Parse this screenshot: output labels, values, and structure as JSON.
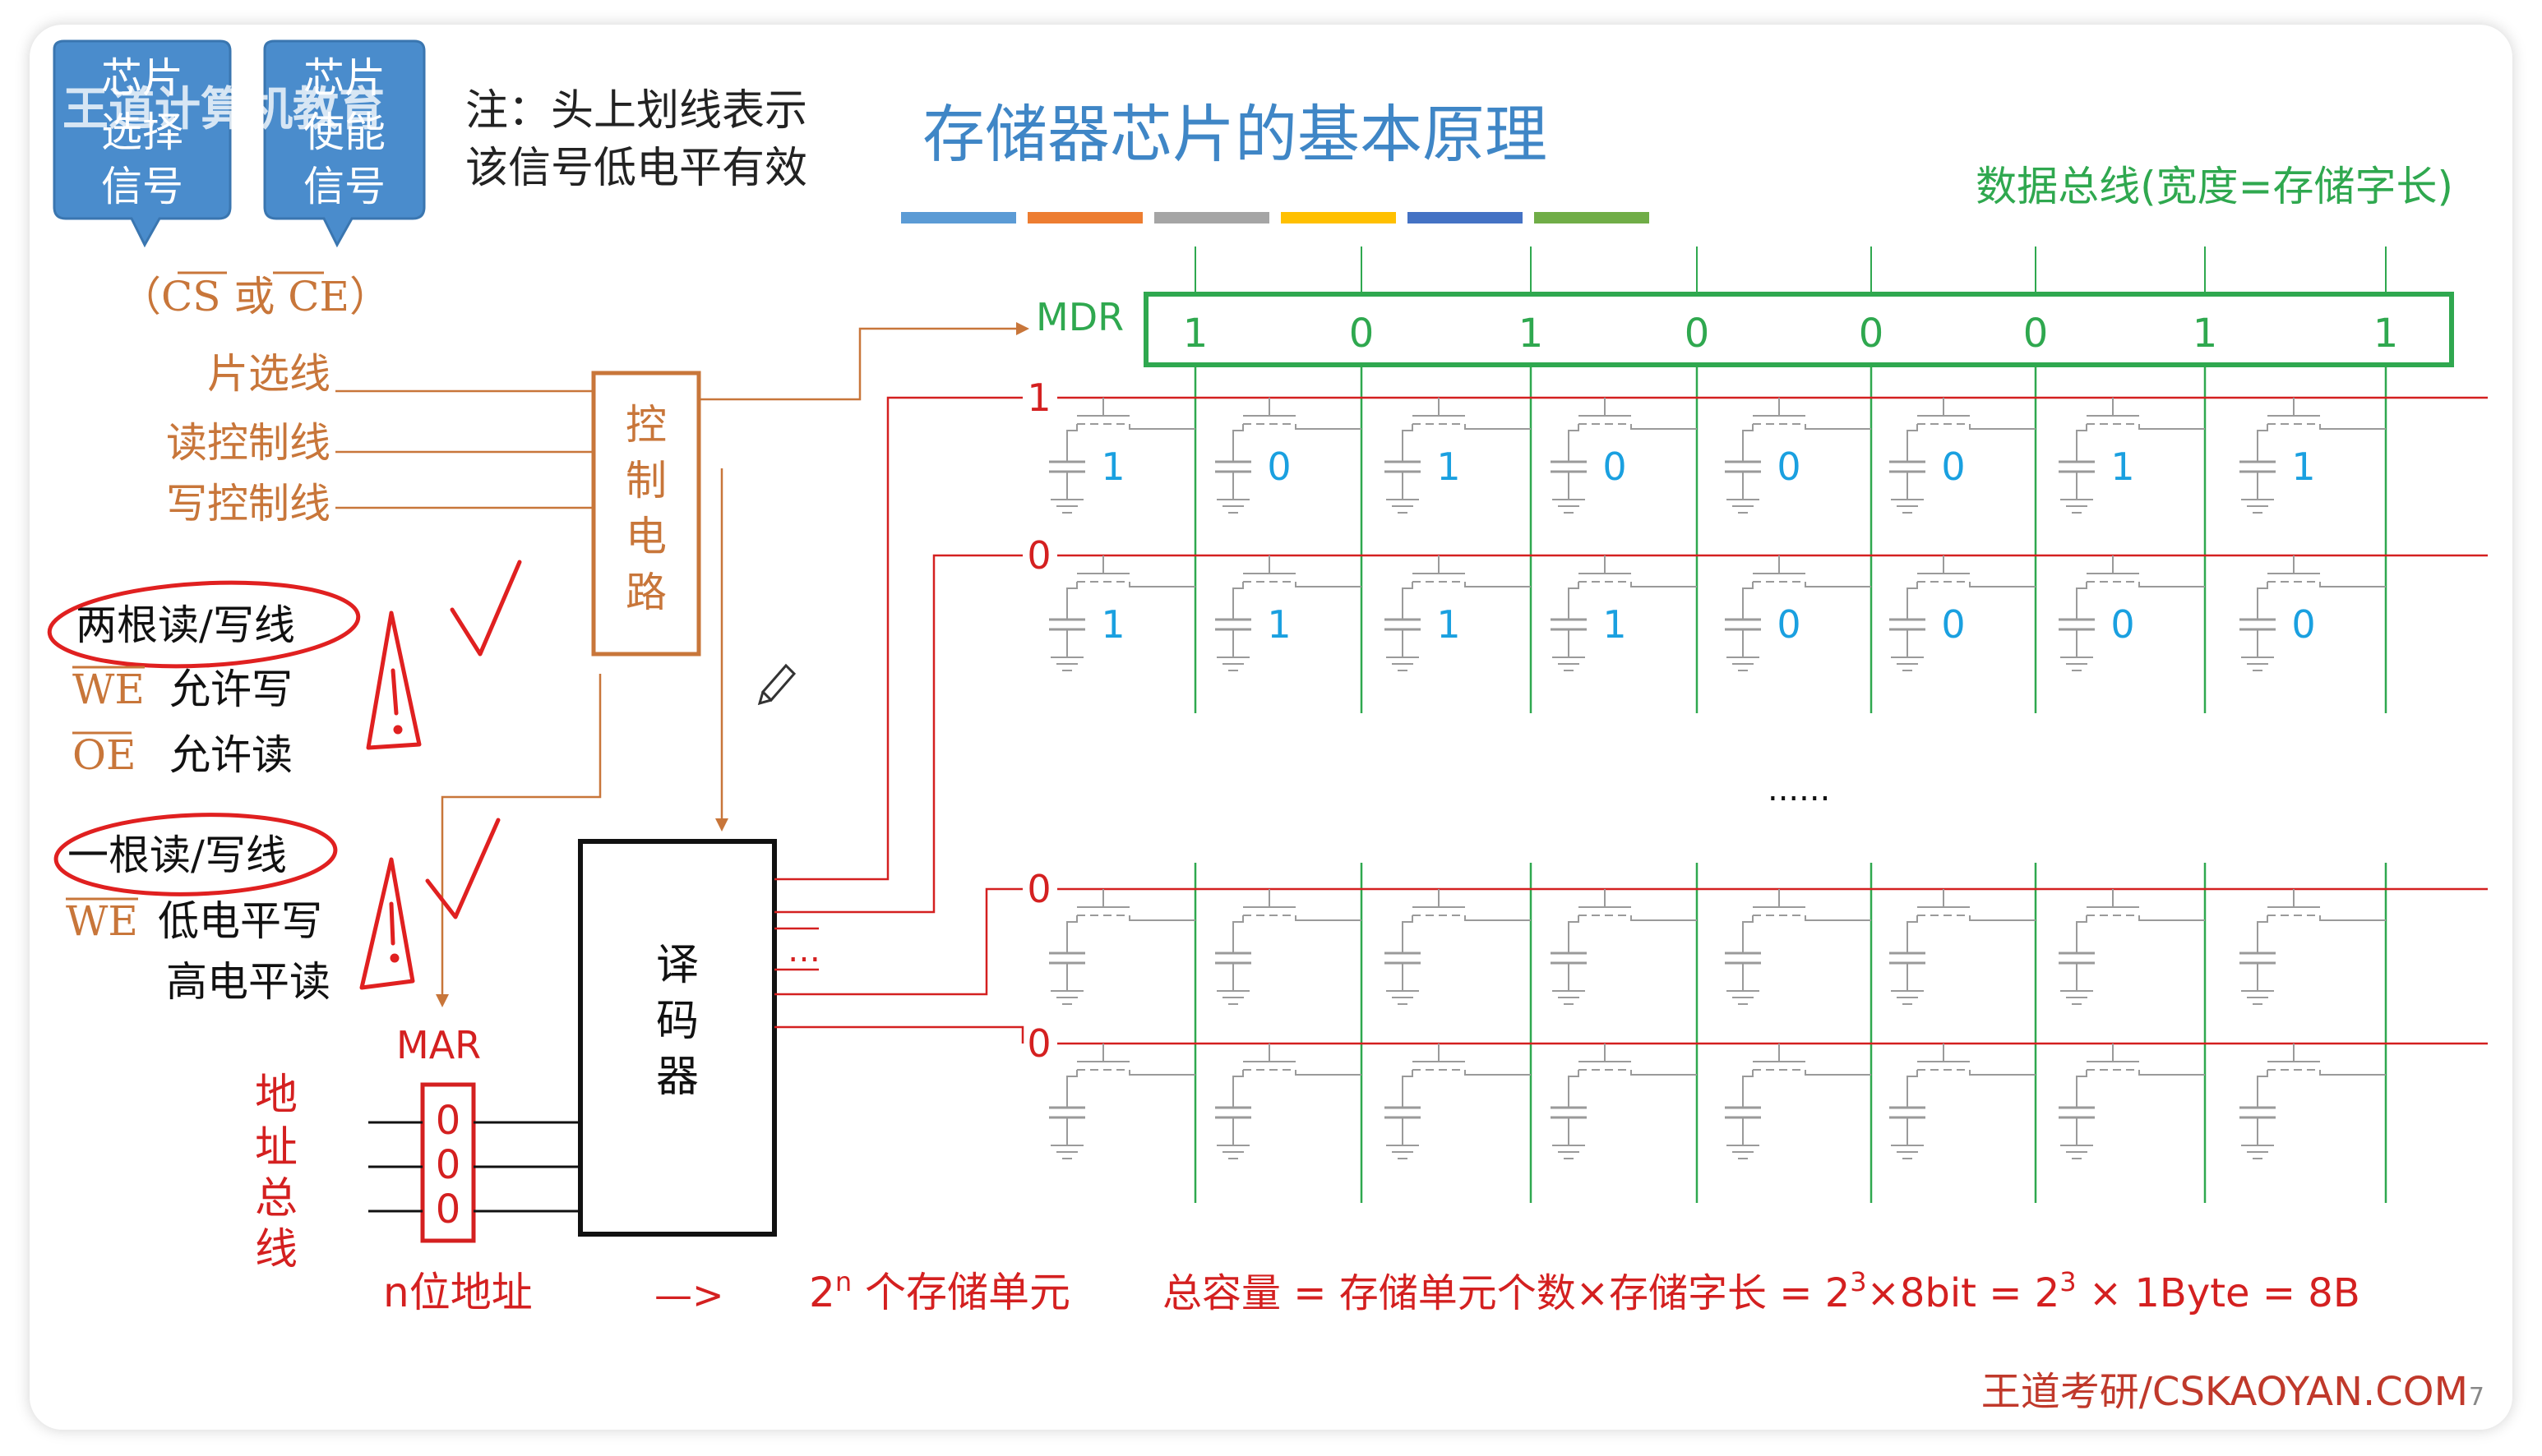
{
  "callouts": {
    "chip_select": [
      "芯片",
      "选择",
      "信号"
    ],
    "chip_enable": [
      "芯片",
      "使能",
      "信号"
    ],
    "cs_ce_label": "（CS 或 CE）",
    "watermark": "王道计算机教育"
  },
  "note": [
    "注：头上划线表示",
    "该信号低电平有效"
  ],
  "title": "存储器芯片的基本原理",
  "title_bars": [
    "#5b9bd5",
    "#ed7d31",
    "#a5a5a5",
    "#ffc000",
    "#4472c4",
    "#70ad47"
  ],
  "data_bus_label": "数据总线(宽度=存储字长)",
  "mdr": {
    "label": "MDR",
    "bits": [
      "1",
      "0",
      "1",
      "0",
      "0",
      "0",
      "1",
      "1"
    ]
  },
  "control": {
    "lines": [
      "片选线",
      "读控制线",
      "写控制线"
    ],
    "box_label": [
      "控",
      "制",
      "电",
      "路"
    ]
  },
  "rw_notes": {
    "two_lines": "两根读/写线",
    "we": "WE",
    "we_desc": "允许写",
    "oe": "OE",
    "oe_desc": "允许读",
    "one_line": "一根读/写线",
    "we2": "WE",
    "we2_desc": "低电平写",
    "we2_desc2": "高电平读"
  },
  "mar": {
    "label": "MAR",
    "bits": [
      "0",
      "0",
      "0"
    ]
  },
  "addr_bus": [
    "地",
    "址",
    "总",
    "线"
  ],
  "decoder": {
    "label": [
      "译",
      "码",
      "器"
    ],
    "dots": "…"
  },
  "word_lines": [
    "1",
    "0",
    "0",
    "0"
  ],
  "cell_rows": [
    [
      "1",
      "0",
      "1",
      "0",
      "0",
      "0",
      "1",
      "1"
    ],
    [
      "1",
      "1",
      "1",
      "1",
      "0",
      "0",
      "0",
      "0"
    ],
    [
      "",
      "",
      "",
      "",
      "",
      "",
      "",
      ""
    ],
    [
      "",
      "",
      "",
      "",
      "",
      "",
      "",
      ""
    ]
  ],
  "ellipsis": "......",
  "formula": {
    "n_addr": "n位地址",
    "arrow": "—>",
    "cells_pre": "2",
    "cells_sup": "n",
    "cells_post": " 个存储单元",
    "cap_pre": "总容量 = 存储单元个数×存储字长 = 2",
    "cap_sup1": "3",
    "cap_mid": "×8bit = 2",
    "cap_sup2": "3",
    "cap_post": " × 1Byte = 8B"
  },
  "footer": "王道考研/CSKAOYAN.COM",
  "page_number": "7",
  "colors": {
    "red": "#d42020",
    "green": "#2fa84f",
    "orange": "#c8763a",
    "title_blue": "#3f86c6",
    "callout_blue": "#4a8ccc",
    "cell_gray": "#9a9a9a",
    "cell_value_blue": "#1aa0e0"
  }
}
